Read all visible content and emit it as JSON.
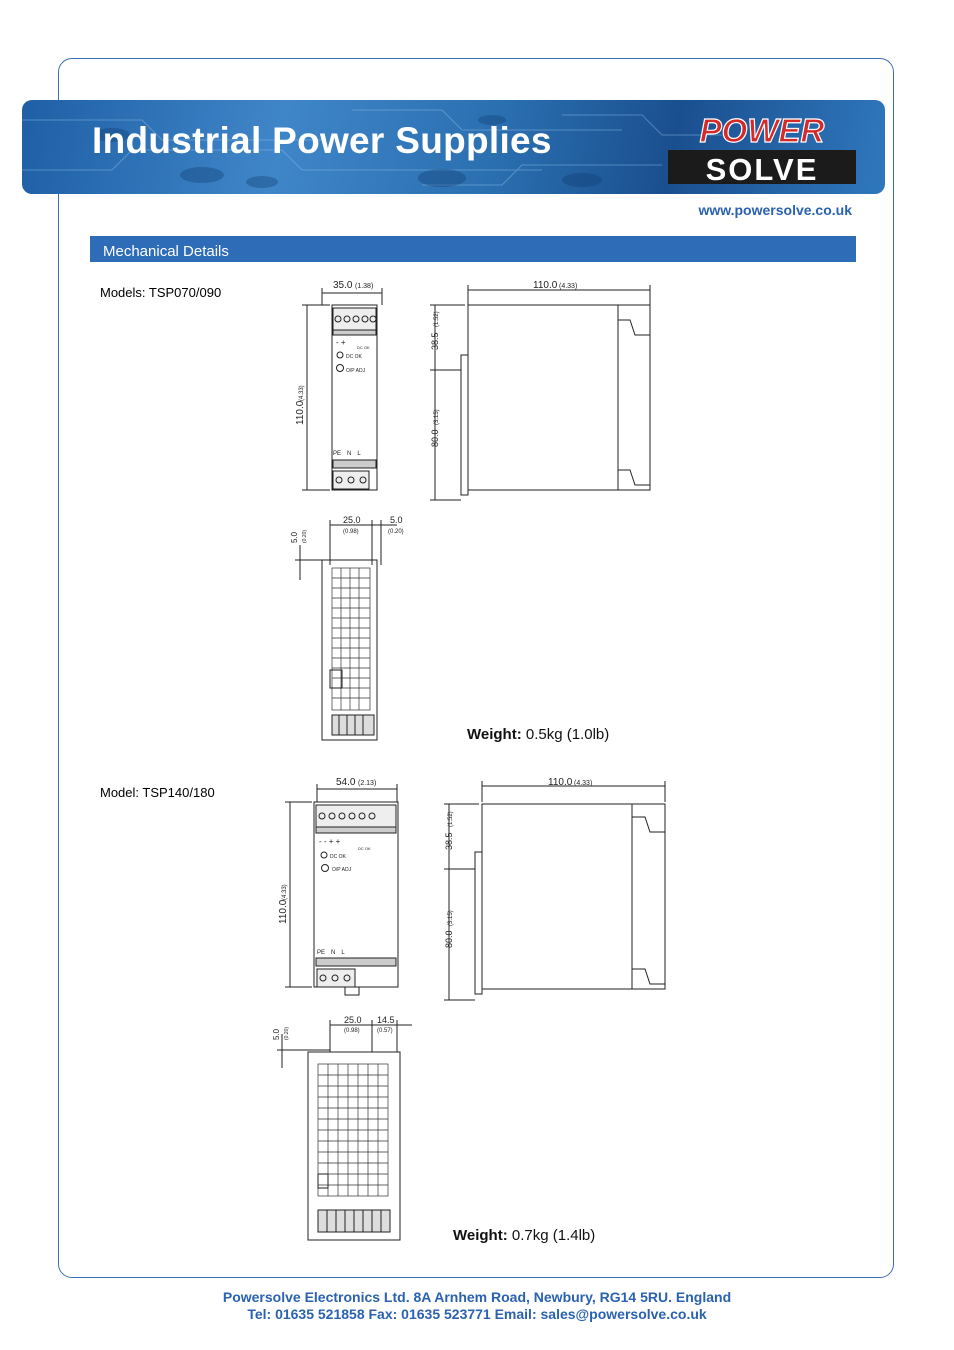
{
  "header": {
    "title": "Industrial Power Supplies",
    "logo_top": "POWER",
    "logo_bottom": "SOLVE",
    "website": "www.powersolve.co.uk"
  },
  "section": {
    "title": "Mechanical Details"
  },
  "models": [
    {
      "label": "Models: TSP070/090",
      "dims": {
        "width": "35.0",
        "width_in": "(1.38)",
        "height": "110.0",
        "height_in": "(4.33)",
        "depth": "110.0",
        "depth_in": "(4.33)",
        "upper": "38.5",
        "upper_in": "(1.52)",
        "lower": "80.0",
        "lower_in": "(3.15)",
        "top_w": "25.0",
        "top_w_in": "(0.98)",
        "top_r": "5.0",
        "top_r_in": "(0.20)",
        "top_l": "5.0",
        "top_l_in": "(0.20)"
      },
      "front_labels": {
        "dc_ok": "DC OK",
        "dc_ok2": "DC OK",
        "adj": "O/P ADJ",
        "pe": "PE",
        "n": "N",
        "l": "L"
      },
      "weight_label": "Weight:",
      "weight_value": "0.5kg (1.0lb)"
    },
    {
      "label": "Model: TSP140/180",
      "dims": {
        "width": "54.0",
        "width_in": "(2.13)",
        "height": "110.0",
        "height_in": "(4.33)",
        "depth": "110.0",
        "depth_in": "(4.33)",
        "upper": "38.5",
        "upper_in": "(1.52)",
        "lower": "80.0",
        "lower_in": "(3.15)",
        "top_w": "25.0",
        "top_w_in": "(0.98)",
        "top_r": "14.5",
        "top_r_in": "(0.57)",
        "top_l": "5.0",
        "top_l_in": "(0.20)"
      },
      "front_labels": {
        "dc_ok": "DC OK",
        "dc_ok2": "DC OK",
        "adj": "O/P ADJ",
        "pe": "PE",
        "n": "N",
        "l": "L"
      },
      "weight_label": "Weight:",
      "weight_value": "0.7kg (1.4lb)"
    }
  ],
  "footer": {
    "line1": "Powersolve Electronics Ltd.  8A Arnhem Road,  Newbury, RG14 5RU.  England",
    "line2": "Tel: 01635 521858  Fax: 01635 523771  Email: sales@powersolve.co.uk"
  },
  "colors": {
    "accent": "#2e6cb8",
    "text_blue": "#2a62b0",
    "logo_red": "#d42a2a"
  }
}
